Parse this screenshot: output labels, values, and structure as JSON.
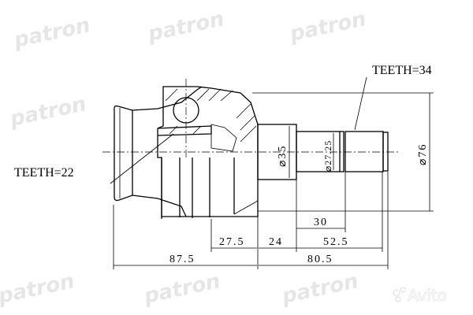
{
  "watermark": {
    "brand": "patron"
  },
  "labels": {
    "teeth_outer": "TEETH=34",
    "teeth_inner": "TEETH=22"
  },
  "diameters": {
    "shaft": "⌀35",
    "seal": "⌀27.25",
    "housing": "⌀76"
  },
  "dimensions": {
    "inner_length": "87.5",
    "outer_length": "80.5",
    "housing_step": "27.5",
    "shaft_step": "24",
    "spline_length": "52.5",
    "spline_offset": "30"
  },
  "corner_logo": {
    "text": "Avito"
  }
}
